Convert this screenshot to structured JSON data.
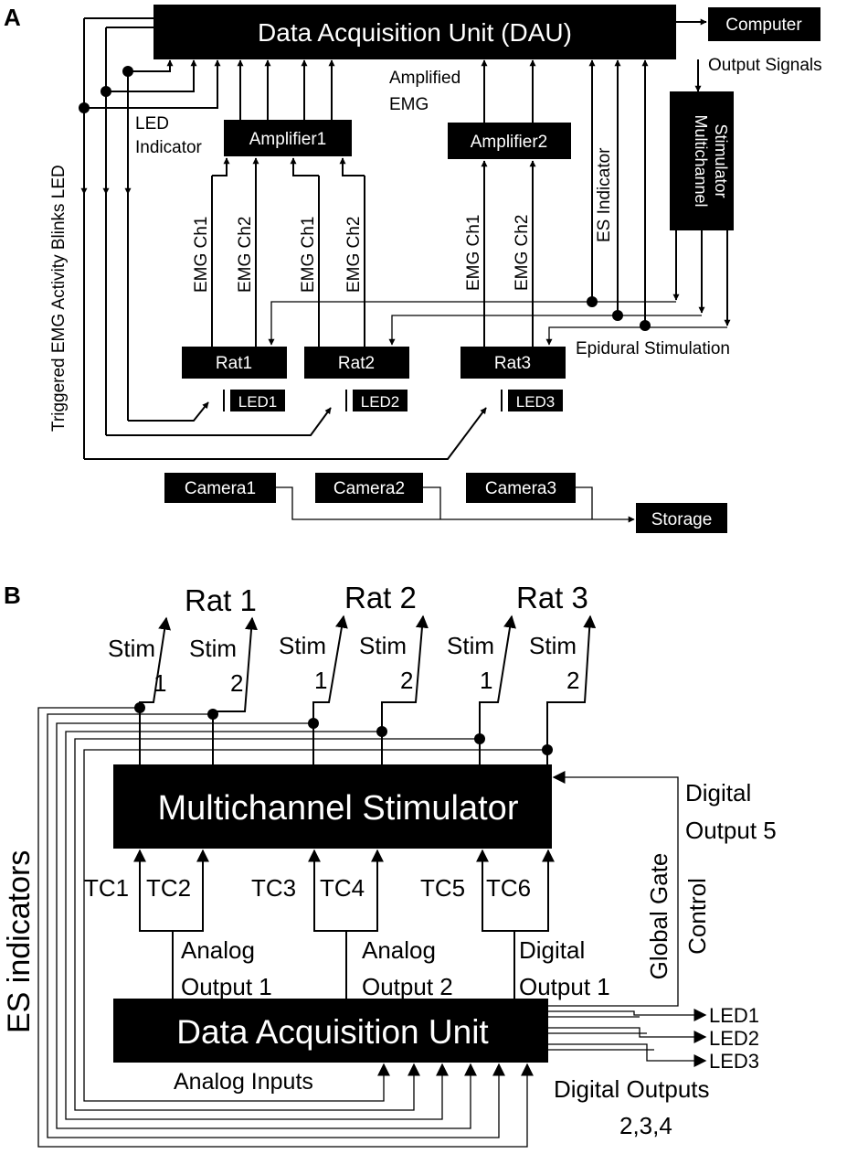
{
  "panel_a": {
    "label": "A",
    "dau": "Data Acquisition Unit (DAU)",
    "computer": "Computer",
    "output_signals": "Output Signals",
    "multichannel_stimulator": [
      "Multichannel",
      "Stimulator"
    ],
    "amplified_emg": [
      "Amplified",
      "EMG"
    ],
    "led_indicator": [
      "LED",
      "Indicator"
    ],
    "amplifier1": "Amplifier1",
    "amplifier2": "Amplifier2",
    "es_indicator": "ES Indicator",
    "triggered": "Triggered EMG Activity Blinks LED",
    "emg_ch1": "EMG Ch1",
    "emg_ch2": "EMG Ch2",
    "rats": [
      "Rat1",
      "Rat2",
      "Rat3"
    ],
    "leds": [
      "LED1",
      "LED2",
      "LED3"
    ],
    "epidural": "Epidural Stimulation",
    "cameras": [
      "Camera1",
      "Camera2",
      "Camera3"
    ],
    "storage": "Storage"
  },
  "panel_b": {
    "label": "B",
    "rats": [
      "Rat 1",
      "Rat 2",
      "Rat 3"
    ],
    "stim": "Stim",
    "stim_nums": [
      "1",
      "2"
    ],
    "es_indicators": "ES indicators",
    "stimulator": "Multichannel Stimulator",
    "digital_output_5": [
      "Digital",
      "Output 5"
    ],
    "global_gate": [
      "Global Gate",
      "Control"
    ],
    "tc": [
      "TC1",
      "TC2",
      "TC3",
      "TC4",
      "TC5",
      "TC6"
    ],
    "out1": [
      "Analog",
      "Output 1"
    ],
    "out2": [
      "Analog",
      "Output 2"
    ],
    "out3": [
      "Digital",
      "Output 1"
    ],
    "dau": "Data Acquisition Unit",
    "analog_inputs": "Analog Inputs",
    "leds": [
      "LED1",
      "LED2",
      "LED3"
    ],
    "digital_outputs": [
      "Digital Outputs",
      "2,3,4"
    ]
  }
}
